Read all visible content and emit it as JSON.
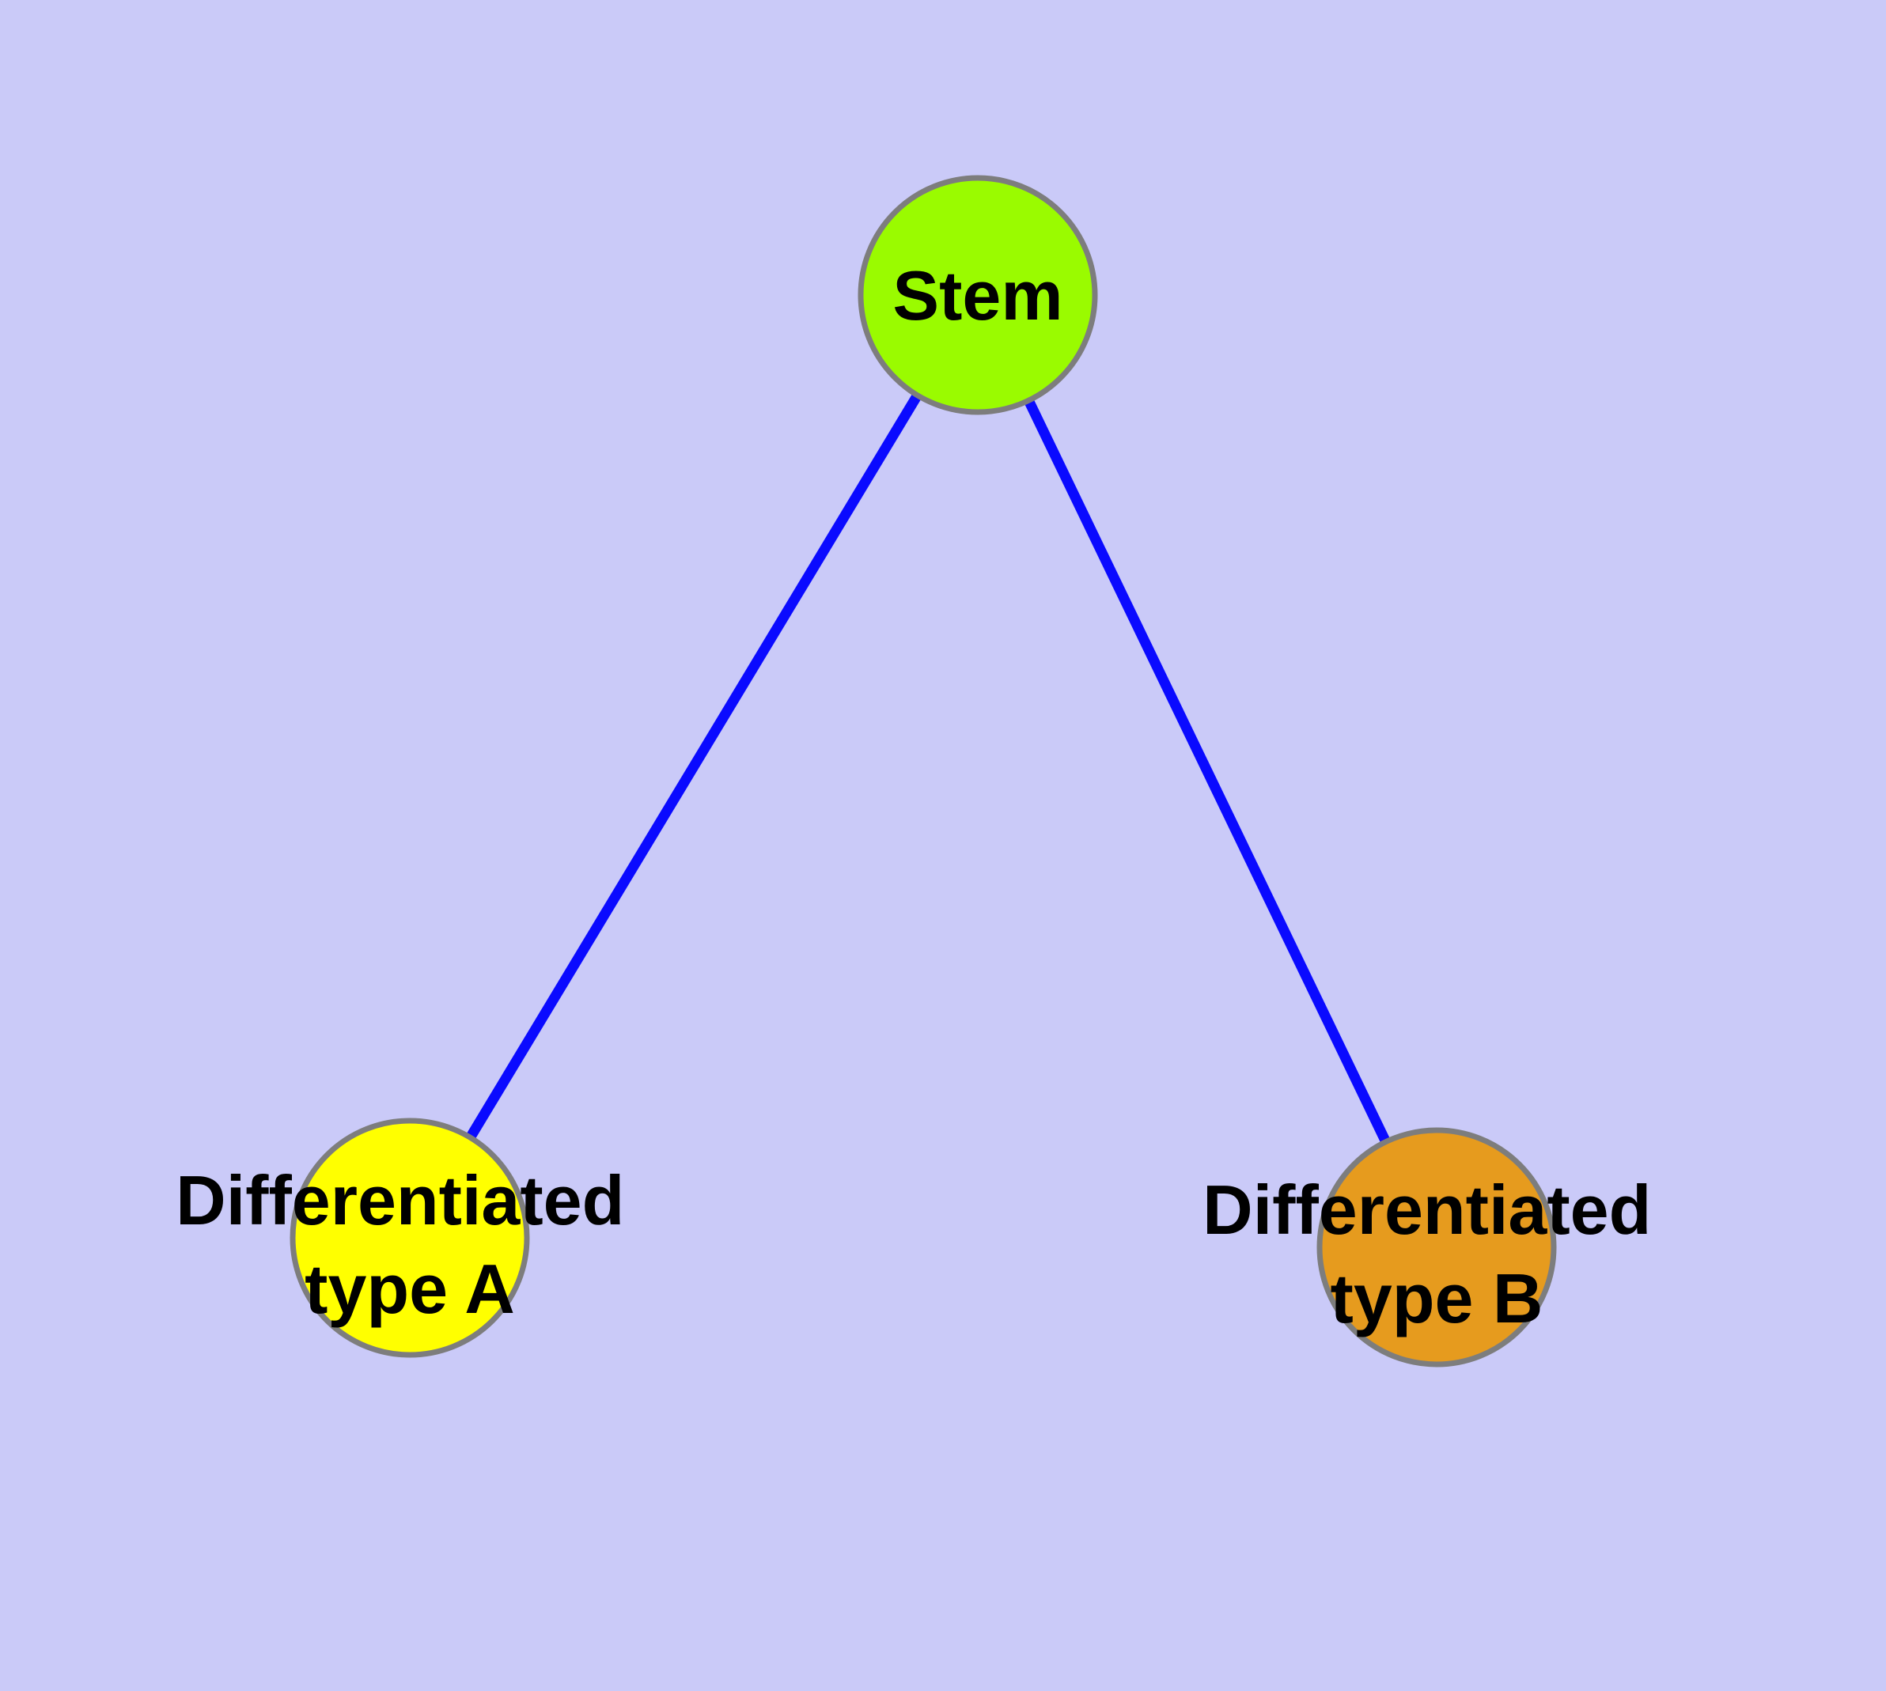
{
  "diagram": {
    "background_color": "#CACAF8",
    "colors": {
      "edge": "#0A0AFF",
      "node_border": "#7D7D7D",
      "label_text": "#000000"
    },
    "nodes": {
      "stem": {
        "label": "Stem",
        "fill": "#9AFB00"
      },
      "type_a": {
        "label": "Differentiated type A",
        "label_line1": "Differentiated",
        "label_line2": "type A",
        "fill": "#FFFF00"
      },
      "type_b": {
        "label": "Differentiated type B",
        "label_line1": "Differentiated",
        "label_line2": "type B",
        "fill": "#E69B1E"
      }
    },
    "edges": [
      {
        "from": "Stem",
        "to": "Differentiated type A"
      },
      {
        "from": "Stem",
        "to": "Differentiated type B"
      }
    ]
  }
}
